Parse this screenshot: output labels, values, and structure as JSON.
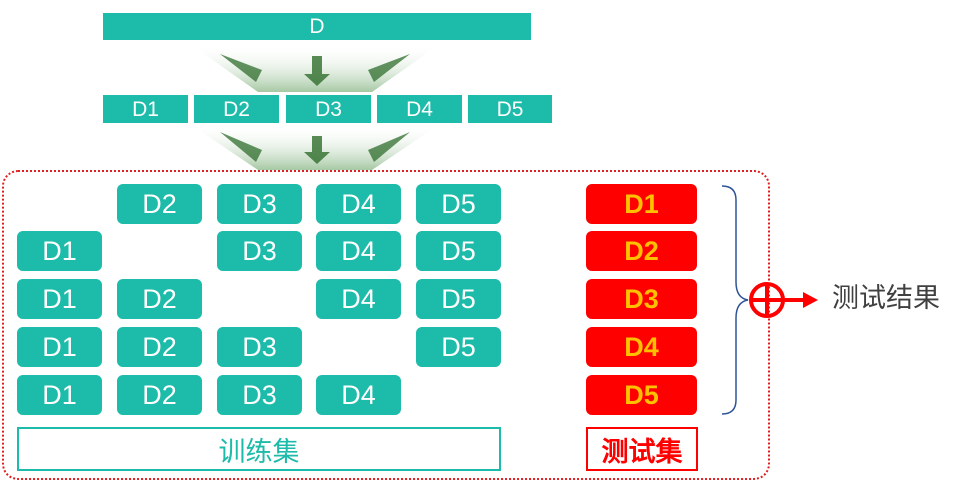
{
  "dataset": {
    "label": "D"
  },
  "folds": [
    "D1",
    "D2",
    "D3",
    "D4",
    "D5"
  ],
  "train_grid": [
    [
      "",
      "D2",
      "D3",
      "D4",
      "D5"
    ],
    [
      "D1",
      "",
      "D3",
      "D4",
      "D5"
    ],
    [
      "D1",
      "D2",
      "",
      "D4",
      "D5"
    ],
    [
      "D1",
      "D2",
      "D3",
      "",
      "D5"
    ],
    [
      "D1",
      "D2",
      "D3",
      "D4",
      ""
    ]
  ],
  "test_column": [
    "D1",
    "D2",
    "D3",
    "D4",
    "D5"
  ],
  "labels": {
    "train": "训练集",
    "test": "测试集",
    "result": "测试结果"
  },
  "colors": {
    "teal": "#1dbbaa",
    "red": "#ff0000",
    "gold": "#ffc000",
    "arrow_green": "#3f8a3a",
    "brace": "#2f5597"
  },
  "icons": [
    "funnel-arrows-icon",
    "circled-plus-icon",
    "right-arrow-icon",
    "brace-icon"
  ]
}
